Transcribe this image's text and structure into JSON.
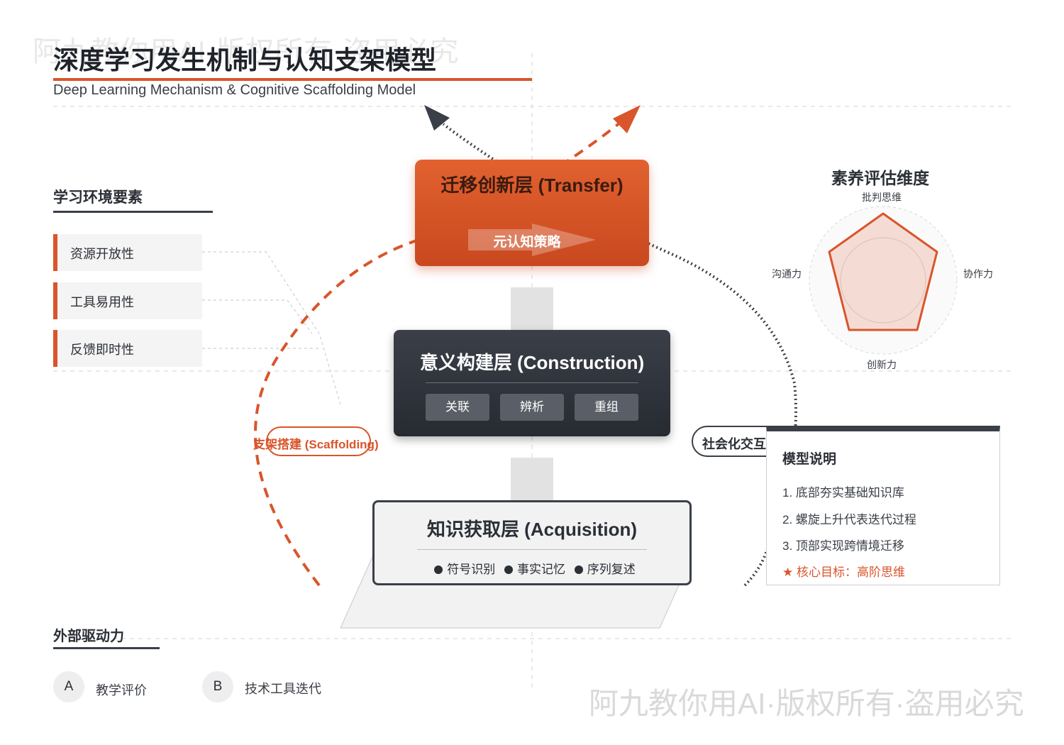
{
  "watermark": {
    "top": "阿九教你用AI·版权所有·盗用必究",
    "bottom": "阿九教你用AI·版权所有·盗用必究"
  },
  "header": {
    "title": "深度学习发生机制与认知支架模型",
    "subtitle": "Deep Learning Mechanism & Cognitive Scaffolding Model"
  },
  "environment": {
    "title": "学习环境要素",
    "items": [
      "资源开放性",
      "工具易用性",
      "反馈即时性"
    ]
  },
  "layers": {
    "transfer": {
      "title": "迁移创新层 (Transfer)",
      "tag": "元认知策略"
    },
    "construction": {
      "title": "意义构建层 (Construction)",
      "chips": [
        "关联",
        "辨析",
        "重组"
      ]
    },
    "acquisition": {
      "title": "知识获取层 (Acquisition)",
      "items": [
        "符号识别",
        "事实记忆",
        "序列复述"
      ]
    }
  },
  "paths": {
    "scaffolding": "支架搭建 (Scaffolding)",
    "social": "社会化交互"
  },
  "radar": {
    "title": "素养评估维度",
    "axes": [
      "批判思维",
      "协作力",
      "创新力",
      "沟通力"
    ]
  },
  "model_notes": {
    "title": "模型说明",
    "items": [
      "1. 底部夯实基础知识库",
      "2. 螺旋上升代表迭代过程",
      "3. 顶部实现跨情境迁移"
    ],
    "core": "★ 核心目标：高阶思维"
  },
  "drivers": {
    "title": "外部驱动力",
    "items": [
      {
        "badge": "A",
        "label": "教学评价"
      },
      {
        "badge": "B",
        "label": "技术工具迭代"
      }
    ]
  },
  "colors": {
    "accent": "#d9552b",
    "dark": "#2b2f36",
    "light_panel": "#f4f4f4"
  }
}
